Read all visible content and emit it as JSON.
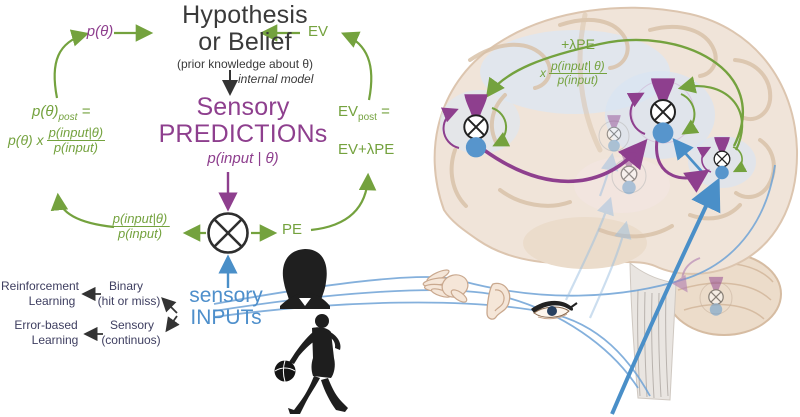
{
  "colors": {
    "green": "#74A23E",
    "purple": "#8E3F8E",
    "blue": "#4E8FCB",
    "dark": "#3A3A3A",
    "navy": "#3E3E60"
  },
  "flow": {
    "hypothesis": {
      "line1": "Hypothesis",
      "line2": "or Belief",
      "subtitle": "(prior knowledge about θ)"
    },
    "internal_model": "internal model",
    "p_theta": "p(θ)",
    "ev": "EV",
    "predictions": {
      "line1": "Sensory",
      "line2": "PREDICTIONs",
      "formula": "p(input | θ)"
    },
    "posterior": {
      "base": "p(θ)",
      "sub": "post",
      "eq": "="
    },
    "bayes": {
      "prefix": "p(θ) x",
      "num": "p(input|θ)",
      "den": "p(input)"
    },
    "ev_post": {
      "base": "EV",
      "sub": "post",
      "eq": "="
    },
    "ev_update": "EV+λPE",
    "pe_fraction": {
      "num": "p(input|θ)",
      "den": "p(input)"
    },
    "pe": "PE",
    "inputs": {
      "line1": "sensory",
      "line2": "INPUTs"
    }
  },
  "learning": {
    "reinforcement": {
      "line1": "Reinforcement",
      "line2": "Learning"
    },
    "binary": {
      "line1": "Binary",
      "line2": "(hit or miss)"
    },
    "error_based": {
      "line1": "Error-based",
      "line2": "Learning"
    },
    "sensory": {
      "line1": "Sensory",
      "line2": "(continuos)"
    }
  },
  "brain": {
    "lambda_pe": "+λPE",
    "times": "x",
    "fraction": {
      "num": "p(input| θ)",
      "den": "p(input)"
    }
  }
}
